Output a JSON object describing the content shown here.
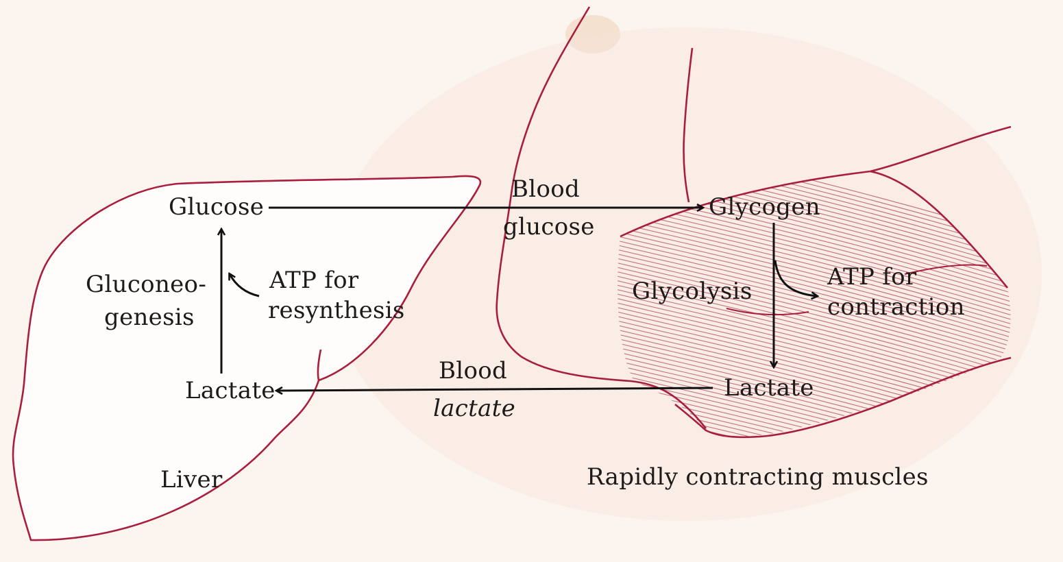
{
  "colors": {
    "paper": "#fbf4ef",
    "outline": "#a81e3c",
    "muscle_fibers": "#b0485e",
    "arrow": "#111111",
    "text": "#1e1a1a"
  },
  "liver": {
    "label": "Liver",
    "glucose": "Glucose",
    "lactate": "Lactate",
    "gluconeogenesis_line1": "Gluconeo-",
    "gluconeogenesis_line2": "genesis",
    "atp_line1": "ATP for",
    "atp_line2": "resynthesis"
  },
  "blood": {
    "glucose_line1": "Blood",
    "glucose_line2": "glucose",
    "lactate_line1": "Blood",
    "lactate_line2": "lactate"
  },
  "muscle": {
    "label": "Rapidly contracting muscles",
    "glycogen": "Glycogen",
    "glycolysis": "Glycolysis",
    "lactate": "Lactate",
    "atp_line1": "ATP for",
    "atp_line2": "contraction"
  }
}
